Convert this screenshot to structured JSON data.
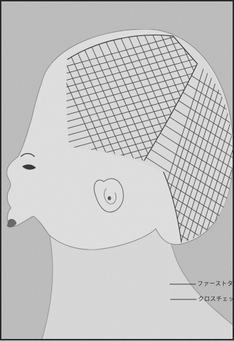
{
  "figure": {
    "subject": "mannequin-head-left-profile",
    "colors": {
      "background": "#bcbcbc",
      "head": "#e2e2e2",
      "grid_line": "#4a4a4a",
      "outline": "#3a3a3a",
      "frame": "#2a2a2a"
    }
  },
  "callouts": [
    {
      "id": "first-touch",
      "label": "ファーストタッチ"
    },
    {
      "id": "cross-check",
      "label": "クロスチェック"
    }
  ]
}
